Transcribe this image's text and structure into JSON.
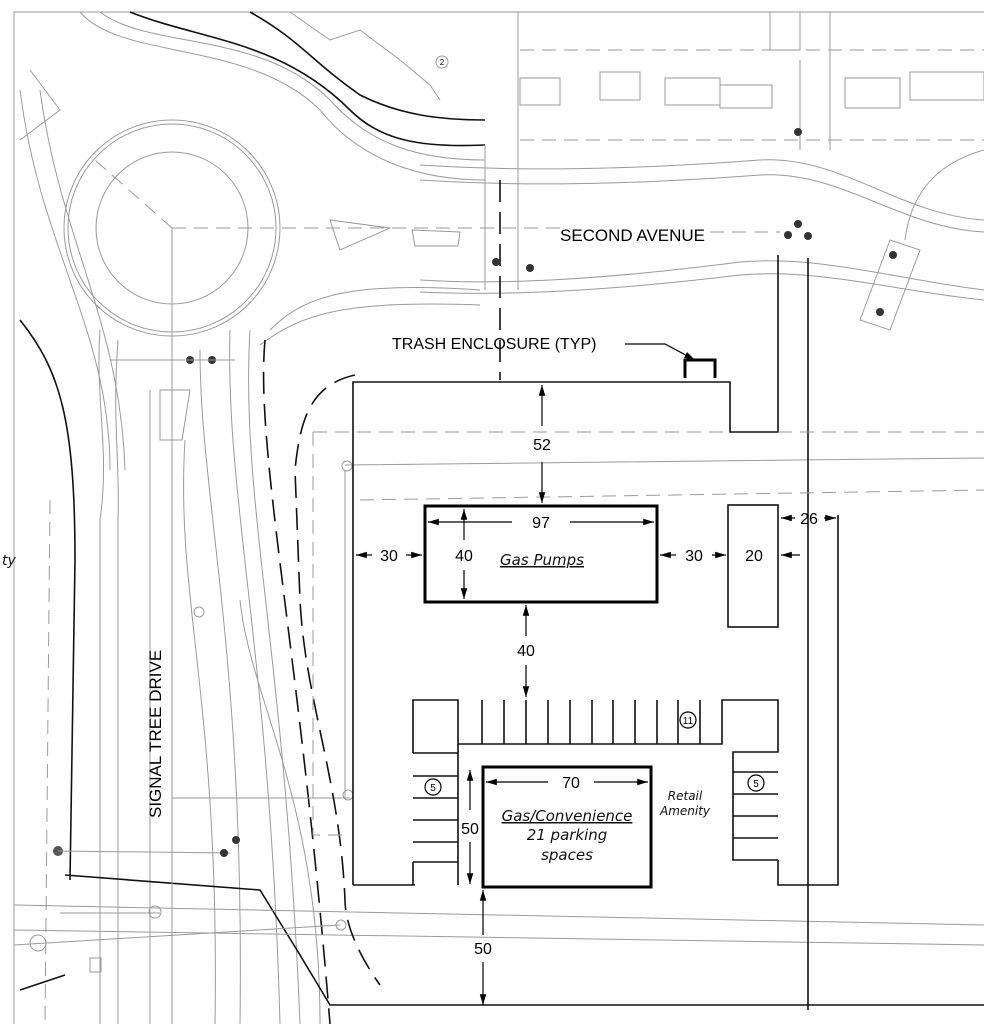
{
  "labels": {
    "street_top": "SECOND AVENUE",
    "street_left": "SIGNAL TREE DRIVE",
    "trash": "TRASH ENCLOSURE (TYP)",
    "gas_pumps": "Gas Pumps",
    "conv_title": "Gas/Convenience",
    "conv_line2": "21 parking",
    "conv_line3": "spaces",
    "retail_1": "Retail",
    "retail_2": "Amenity",
    "edge_fragment": "ty"
  },
  "dimensions": {
    "setback_top": "52",
    "pumps_width": "97",
    "pumps_depth": "40",
    "left_setback": "30",
    "pumps_to_kiosk": "30",
    "kiosk_width": "20",
    "right_aisle": "26",
    "pumps_to_parking": "40",
    "store_width": "70",
    "store_depth": "50",
    "front_setback": "50"
  },
  "parking_counts": {
    "top_row": "11",
    "left_column": "5",
    "right_column": "5"
  },
  "lot_tag": "2"
}
